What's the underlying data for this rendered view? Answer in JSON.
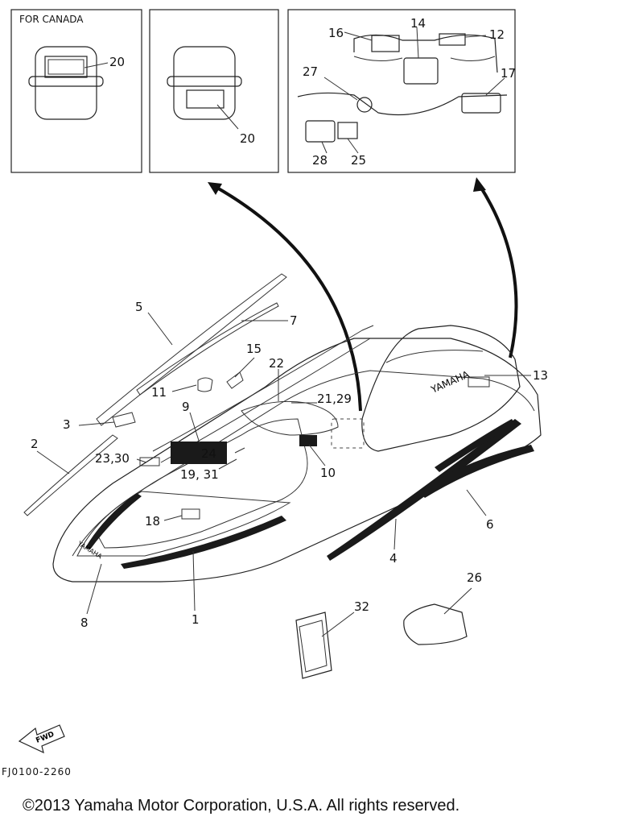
{
  "inset_canada": {
    "title": "FOR CANADA",
    "label": "20"
  },
  "inset_middle": {
    "label": "20"
  },
  "inset_dash": {
    "labels": [
      "16",
      "14",
      "12",
      "27",
      "17",
      "28",
      "25"
    ]
  },
  "callouts": [
    "5",
    "7",
    "15",
    "22",
    "13",
    "11",
    "9",
    "21,29",
    "3",
    "2",
    "23,30",
    "24",
    "19, 31",
    "10",
    "18",
    "6",
    "4",
    "1",
    "8",
    "32",
    "26"
  ],
  "brand_text": [
    "YAMAHA",
    "YAMAHA"
  ],
  "fwd_text": "FWD",
  "figure_code": "FJ0100-2260",
  "copyright": "©2013 Yamaha Motor Corporation, U.S.A. All rights reserved."
}
